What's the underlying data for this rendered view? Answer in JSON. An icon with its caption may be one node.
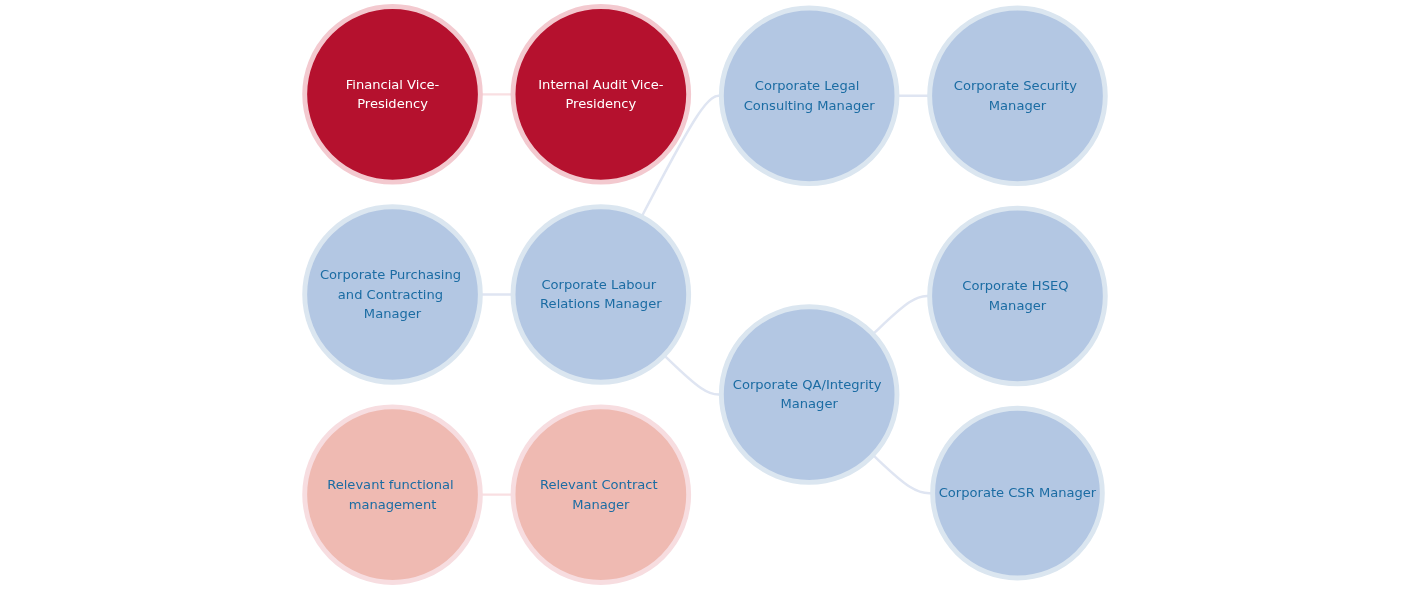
{
  "diagram": {
    "nodes": [
      {
        "text": [
          "Financial Vice-Presidency"
        ]
      },
      {
        "text": [
          "Internal Audit Vice-Presidency"
        ]
      },
      {
        "text": [
          "Corporate Purchasing and Contracting Manager"
        ]
      },
      {
        "text": [
          "Corporate Labour Relations Manager"
        ]
      },
      {
        "text": [
          "Corporate Legal Consulting Manager"
        ]
      },
      {
        "text": [
          "Corporate Security Manager"
        ]
      },
      {
        "text": [
          "Corporate QA/Integrity Manager"
        ]
      },
      {
        "text": [
          "Corporate HSEQ Manager"
        ]
      },
      {
        "text": [
          "Corporate CSR Manager"
        ]
      },
      {
        "text": [
          "Relevant functional management"
        ]
      },
      {
        "text": [
          "Relevant Contract Manager"
        ]
      }
    ],
    "edges": [
      {
        "from": 0,
        "to": 1,
        "arrow": "none",
        "color": "#f9dfe2"
      },
      {
        "from": 2,
        "to": 3,
        "arrow": "none"
      },
      {
        "from": 3,
        "to": 4,
        "arrow": "none"
      },
      {
        "from": 4,
        "to": 5,
        "arrow": "none"
      },
      {
        "from": 3,
        "to": 6,
        "arrow": "none"
      },
      {
        "from": 6,
        "to": 7,
        "arrow": "none"
      },
      {
        "from": 6,
        "to": 8,
        "arrow": "none"
      },
      {
        "from": 9,
        "to": 10,
        "arrow": "none",
        "color": "#f9dfe2"
      }
    ]
  }
}
